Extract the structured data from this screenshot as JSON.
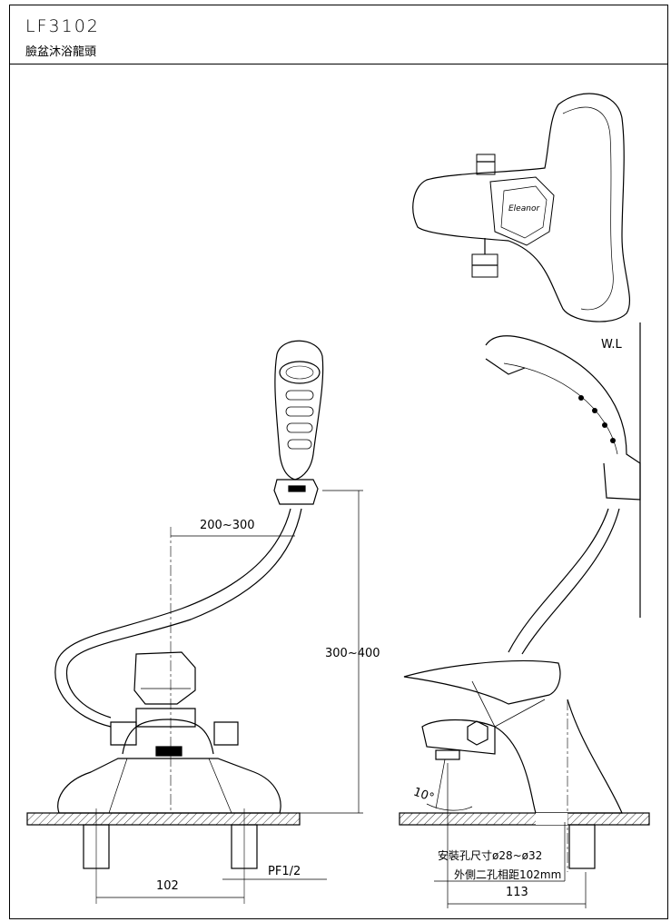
{
  "header": {
    "model": "LF3102",
    "subtitle": "臉盆沐浴龍頭"
  },
  "dimensions": {
    "hose_reach": "200~300",
    "hose_height": "300~400",
    "hole_spacing": "102",
    "thread": "PF1/2",
    "water_line": "W.L",
    "angle": "10°",
    "hole_size": "安裝孔尺寸ø28~ø32",
    "outer_spacing": "外側二孔相距102mm",
    "spout_reach": "113"
  }
}
